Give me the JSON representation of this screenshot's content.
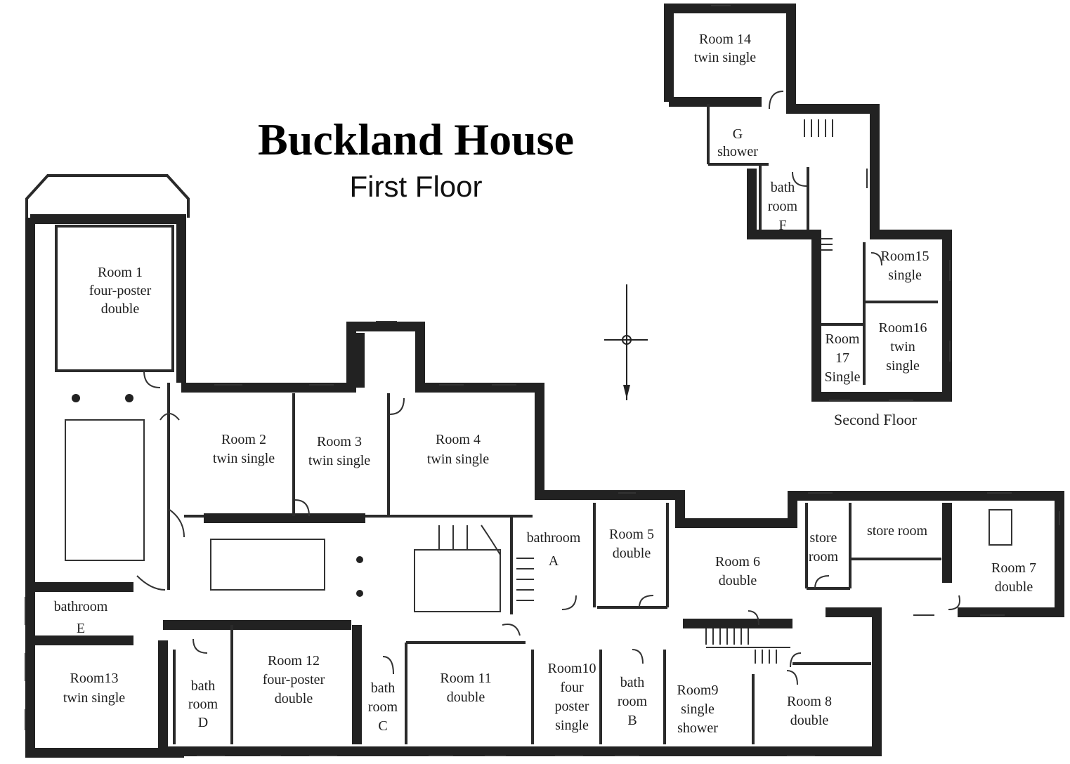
{
  "title": "Buckland House",
  "subtitle": "First Floor",
  "second_floor_label": "Second Floor",
  "colors": {
    "wall": "#222222",
    "background": "#ffffff",
    "text": "#1e1e1e"
  },
  "rooms": {
    "r1": {
      "lines": [
        "Room 1",
        "four-poster",
        "double"
      ]
    },
    "r2": {
      "lines": [
        "Room 2",
        "twin single"
      ]
    },
    "r3": {
      "lines": [
        "Room  3",
        "twin single"
      ]
    },
    "r4": {
      "lines": [
        "Room 4",
        "twin single"
      ]
    },
    "bA": {
      "lines": [
        "bathroom",
        "A"
      ]
    },
    "r5": {
      "lines": [
        "Room 5",
        "double"
      ]
    },
    "r6": {
      "lines": [
        "Room  6",
        "double"
      ]
    },
    "st1": {
      "lines": [
        "store",
        "room"
      ]
    },
    "st2": {
      "lines": [
        "store room"
      ]
    },
    "r7": {
      "lines": [
        "Room  7",
        "double"
      ]
    },
    "bE": {
      "lines": [
        "bathroom",
        "E"
      ]
    },
    "r13": {
      "lines": [
        "Room13",
        "twin single"
      ]
    },
    "bD": {
      "lines": [
        "bath",
        "room",
        "D"
      ]
    },
    "r12": {
      "lines": [
        "Room 12",
        "four-poster",
        "double"
      ]
    },
    "bC": {
      "lines": [
        "bath",
        "room",
        "C"
      ]
    },
    "r11": {
      "lines": [
        "Room 11",
        "double"
      ]
    },
    "r10": {
      "lines": [
        "Room10",
        "four",
        "poster",
        "single"
      ]
    },
    "bB": {
      "lines": [
        "bath",
        "room",
        "B"
      ]
    },
    "r9": {
      "lines": [
        "Room9",
        "single",
        "shower"
      ]
    },
    "r8": {
      "lines": [
        "Room 8",
        "double"
      ]
    },
    "r14": {
      "lines": [
        "Room 14",
        "twin single"
      ]
    },
    "gsh": {
      "lines": [
        "G",
        "shower"
      ]
    },
    "bF": {
      "lines": [
        "bath",
        "room",
        "F"
      ]
    },
    "r15": {
      "lines": [
        "Room15",
        "single"
      ]
    },
    "r16": {
      "lines": [
        "Room16",
        "twin",
        "single"
      ]
    },
    "r17": {
      "lines": [
        "Room",
        "17",
        "Single"
      ]
    }
  }
}
